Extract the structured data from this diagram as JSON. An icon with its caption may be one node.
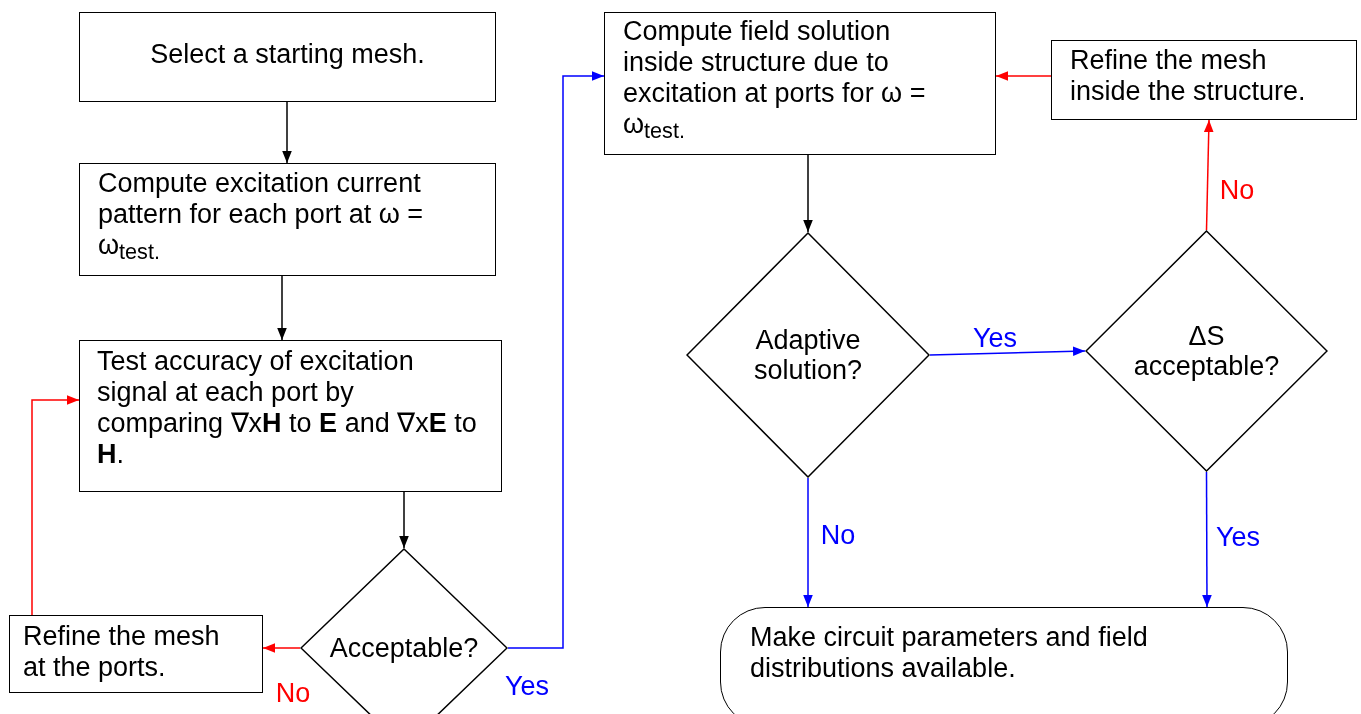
{
  "diagram": {
    "nodes": [
      {
        "text": [
          "Select a starting mesh."
        ]
      },
      {
        "text": [
          "Compute excitation current pattern for each port at ω = ω$_{test.}$"
        ]
      },
      {
        "text": [
          "Test accuracy of excitation signal at each port by comparing ∇x**H** to **E** and ∇x**E** to **H**."
        ]
      },
      {
        "text": [
          "Acceptable?"
        ]
      },
      {
        "text": [
          "Refine the mesh at the ports."
        ]
      },
      {
        "text": [
          "Compute field solution inside structure due to excitation at ports for ω = ω$_{test.}$"
        ]
      },
      {
        "text": [
          "Refine the mesh inside the structure."
        ]
      },
      {
        "text": [
          "Adaptive solution?"
        ]
      },
      {
        "text": [
          "ΔS acceptable?"
        ]
      },
      {
        "text": [
          "Make circuit parameters and field distributions available."
        ]
      }
    ],
    "edges": [
      {
        "from": 0,
        "to": 1,
        "arrow": "to"
      },
      {
        "from": 1,
        "to": 2,
        "arrow": "to"
      },
      {
        "from": 2,
        "to": 3,
        "arrow": "to"
      },
      {
        "from": 3,
        "to": 4,
        "arrow": "to",
        "label": "No",
        "color": "#ff0000"
      },
      {
        "from": 4,
        "to": 2,
        "arrow": "to",
        "color": "#ff0000"
      },
      {
        "from": 3,
        "to": 5,
        "arrow": "to",
        "label": "Yes",
        "color": "#0000ff"
      },
      {
        "from": 5,
        "to": 7,
        "arrow": "to"
      },
      {
        "from": 7,
        "to": 8,
        "arrow": "to",
        "label": "Yes",
        "color": "#0000ff"
      },
      {
        "from": 7,
        "to": 9,
        "arrow": "to",
        "label": "No",
        "color": "#0000ff"
      },
      {
        "from": 8,
        "to": 9,
        "arrow": "to",
        "label": "Yes",
        "color": "#0000ff"
      },
      {
        "from": 8,
        "to": 6,
        "arrow": "to",
        "label": "No",
        "color": "#ff0000"
      },
      {
        "from": 6,
        "to": 5,
        "arrow": "to",
        "color": "#ff0000"
      }
    ]
  }
}
